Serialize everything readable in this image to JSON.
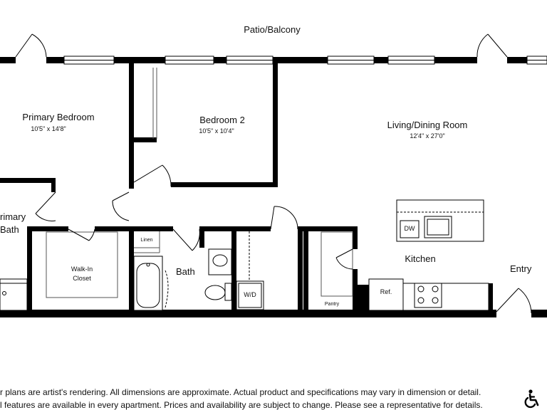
{
  "labels": {
    "patio": "Patio/Balcony",
    "primary_bedroom": {
      "name": "Primary Bedroom",
      "dims": "10'5\" x 14'8\""
    },
    "bedroom_2": {
      "name": "Bedroom 2",
      "dims": "10'5\" x 10'4\""
    },
    "living_dining": {
      "name": "Living/Dining Room",
      "dims": "12'4\" x 27'0\""
    },
    "primary_bath_line1": "rimary",
    "primary_bath_line2": "Bath",
    "walk_in_closet_line1": "Walk-In",
    "walk_in_closet_line2": "Closet",
    "linen": "Linen",
    "bath": "Bath",
    "washer_dryer": "W/D",
    "pantry": "Pantry",
    "kitchen": "Kitchen",
    "dishwasher": "DW",
    "refrigerator": "Ref.",
    "entry": "Entry"
  },
  "disclaimer": {
    "line1": "r plans are artist's rendering. All dimensions are approximate. Actual product and specifications may vary in dimension or detail.",
    "line2": "l features are available in every apartment. Prices and availability are subject to change. Please see a representative for details."
  },
  "icons": {
    "accessibility": "wheelchair-accessibility-icon"
  }
}
